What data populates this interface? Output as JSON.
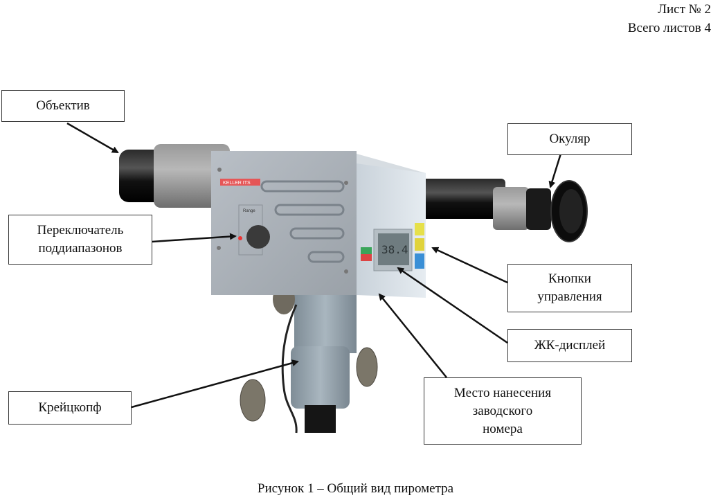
{
  "header": {
    "sheet": "Лист № 2",
    "total": "Всего листов 4"
  },
  "labels": {
    "objective": "Объектив",
    "eyepiece": "Окуляр",
    "switch_line1": "Переключатель",
    "switch_line2": "поддиапазонов",
    "buttons_line1": "Кнопки",
    "buttons_line2": "управления",
    "lcd": "ЖК-дисплей",
    "serial_line1": "Место нанесения",
    "serial_line2": "заводского",
    "serial_line3": "номера",
    "crosshead": "Крейцкопф"
  },
  "device": {
    "display_value": "38.4",
    "range_label": "Range",
    "brand_text": "KELLER ITS"
  },
  "caption": "Рисунок 1 – Общий вид пирометра"
}
